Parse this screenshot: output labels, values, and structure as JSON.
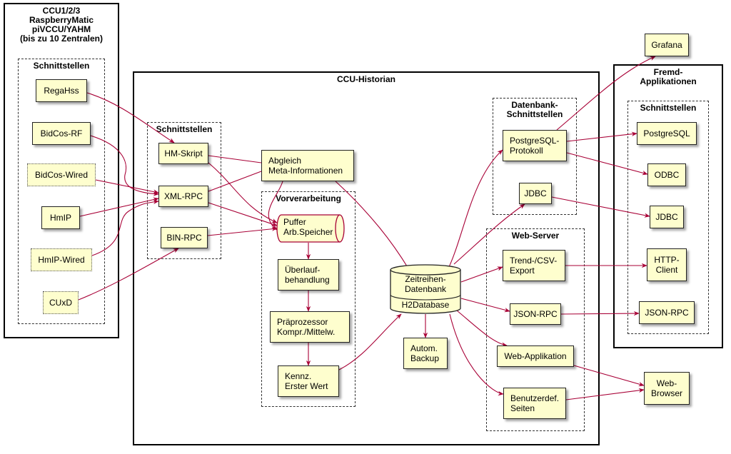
{
  "ccu": {
    "title": "CCU1/2/3\nRaspberryMatic\npiVCCU/YAHM\n(bis zu 10 Zentralen)",
    "group_title": "Schnittstellen",
    "nodes": [
      "RegaHss",
      "BidCos-RF",
      "BidCos-Wired",
      "HmIP",
      "HmIP-Wired",
      "CUxD"
    ]
  },
  "historian": {
    "title": "CCU-Historian",
    "interfaces_title": "Schnittstellen",
    "interfaces": [
      "HM-Skript",
      "XML-RPC",
      "BIN-RPC"
    ],
    "abgleich": "Abgleich\nMeta-Informationen",
    "preprocessing": {
      "title": "Vorverarbeitung",
      "buffer": "Puffer\nArb.Speicher",
      "overflow": "Überlauf-\nbehandlung",
      "preprocessor": "Präprozessor\nKompr./Mittelw.",
      "mark_first": "Kennz.\nErster Wert"
    },
    "database": {
      "upper": "Zeitreihen-\nDatenbank",
      "lower": "H2Database"
    },
    "backup": "Autom.\nBackup",
    "db_interfaces": {
      "title": "Datenbank-\nSchnittstellen",
      "postgres_protocol": "PostgreSQL-\nProtokoll",
      "jdbc": "JDBC"
    },
    "web_server": {
      "title": "Web-Server",
      "trend_export": "Trend-/CSV-\nExport",
      "json_rpc": "JSON-RPC",
      "web_app": "Web-Applikation",
      "custom_pages": "Benutzerdef.\nSeiten"
    }
  },
  "foreign": {
    "title": "Fremd-\nApplikationen",
    "group_title": "Schnittstellen",
    "nodes": [
      "PostgreSQL",
      "ODBC",
      "JDBC",
      "HTTP-\nClient",
      "JSON-RPC"
    ]
  },
  "grafana": "Grafana",
  "browser": "Web-\nBrowser",
  "colors": {
    "node_fill": "#fefece",
    "edge": "#a80036",
    "border": "#000000"
  }
}
